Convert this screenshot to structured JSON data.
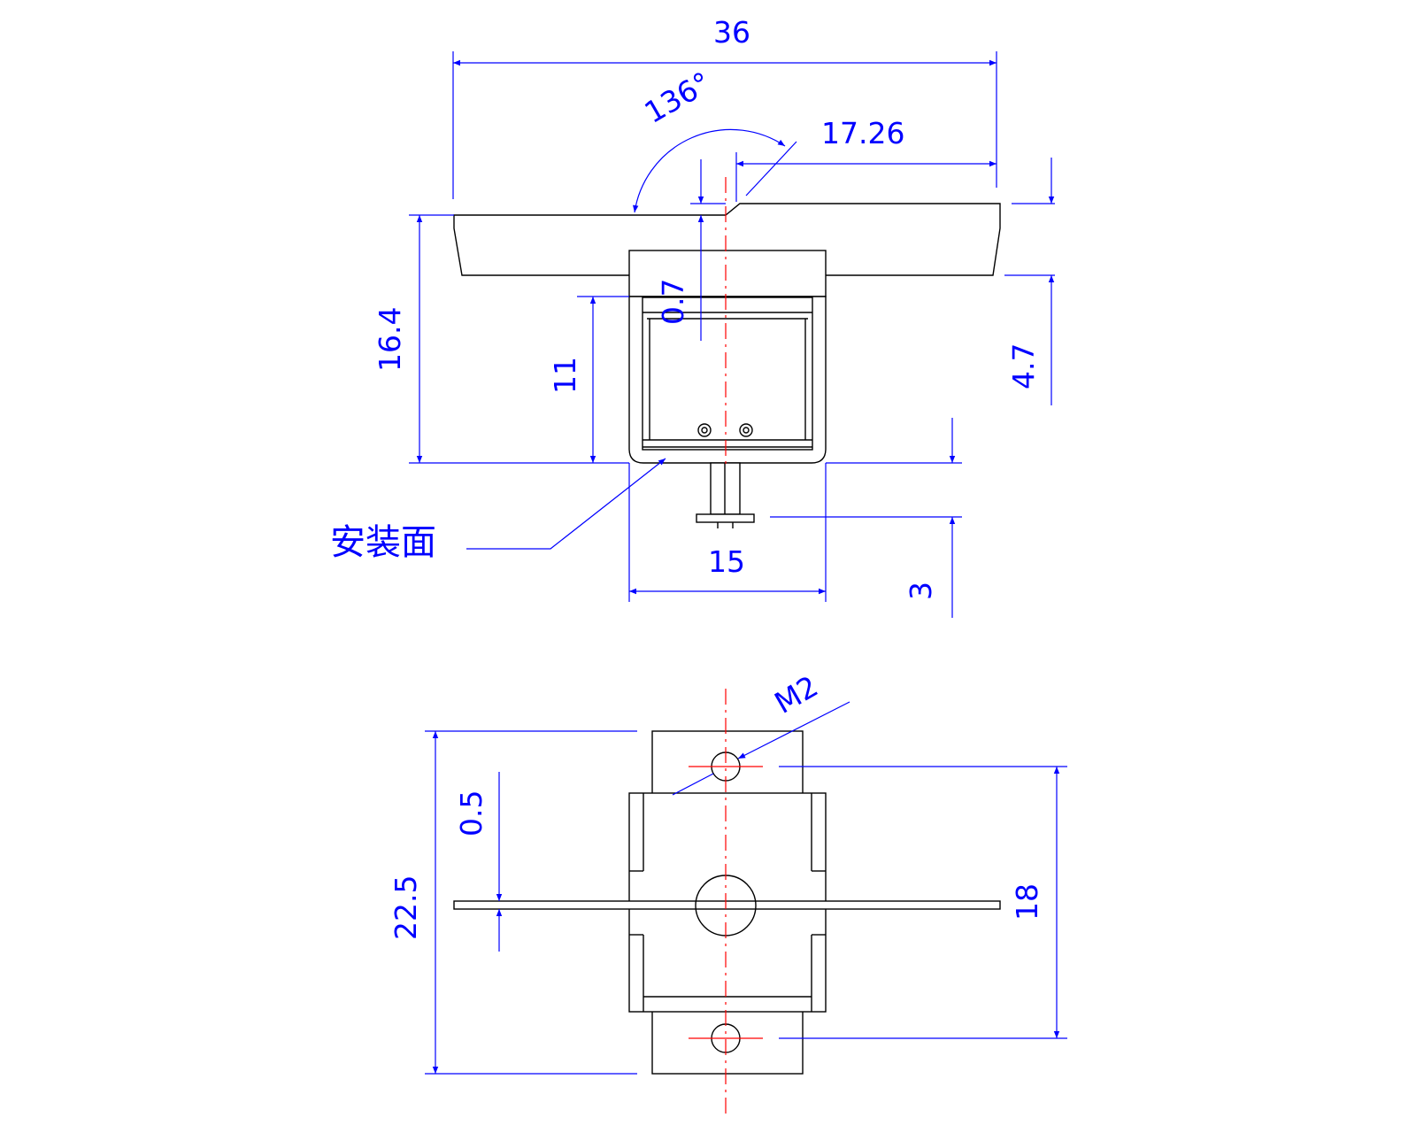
{
  "dimensions": {
    "overall_width": "36",
    "angle": "136°",
    "offset": "17.26",
    "slot_thickness": "0.7",
    "height_total": "16.4",
    "frame_height": "11",
    "blade_height": "4.7",
    "body_width": "15",
    "shaft_length": "3",
    "thread": "M2",
    "blade_thickness": "0.5",
    "base_length": "22.5",
    "hole_spacing": "18"
  },
  "labels": {
    "mounting_surface": "安装面"
  },
  "colors": {
    "part_outline": "#000000",
    "dimension": "#0000ff",
    "centerline": "#ff0000"
  }
}
